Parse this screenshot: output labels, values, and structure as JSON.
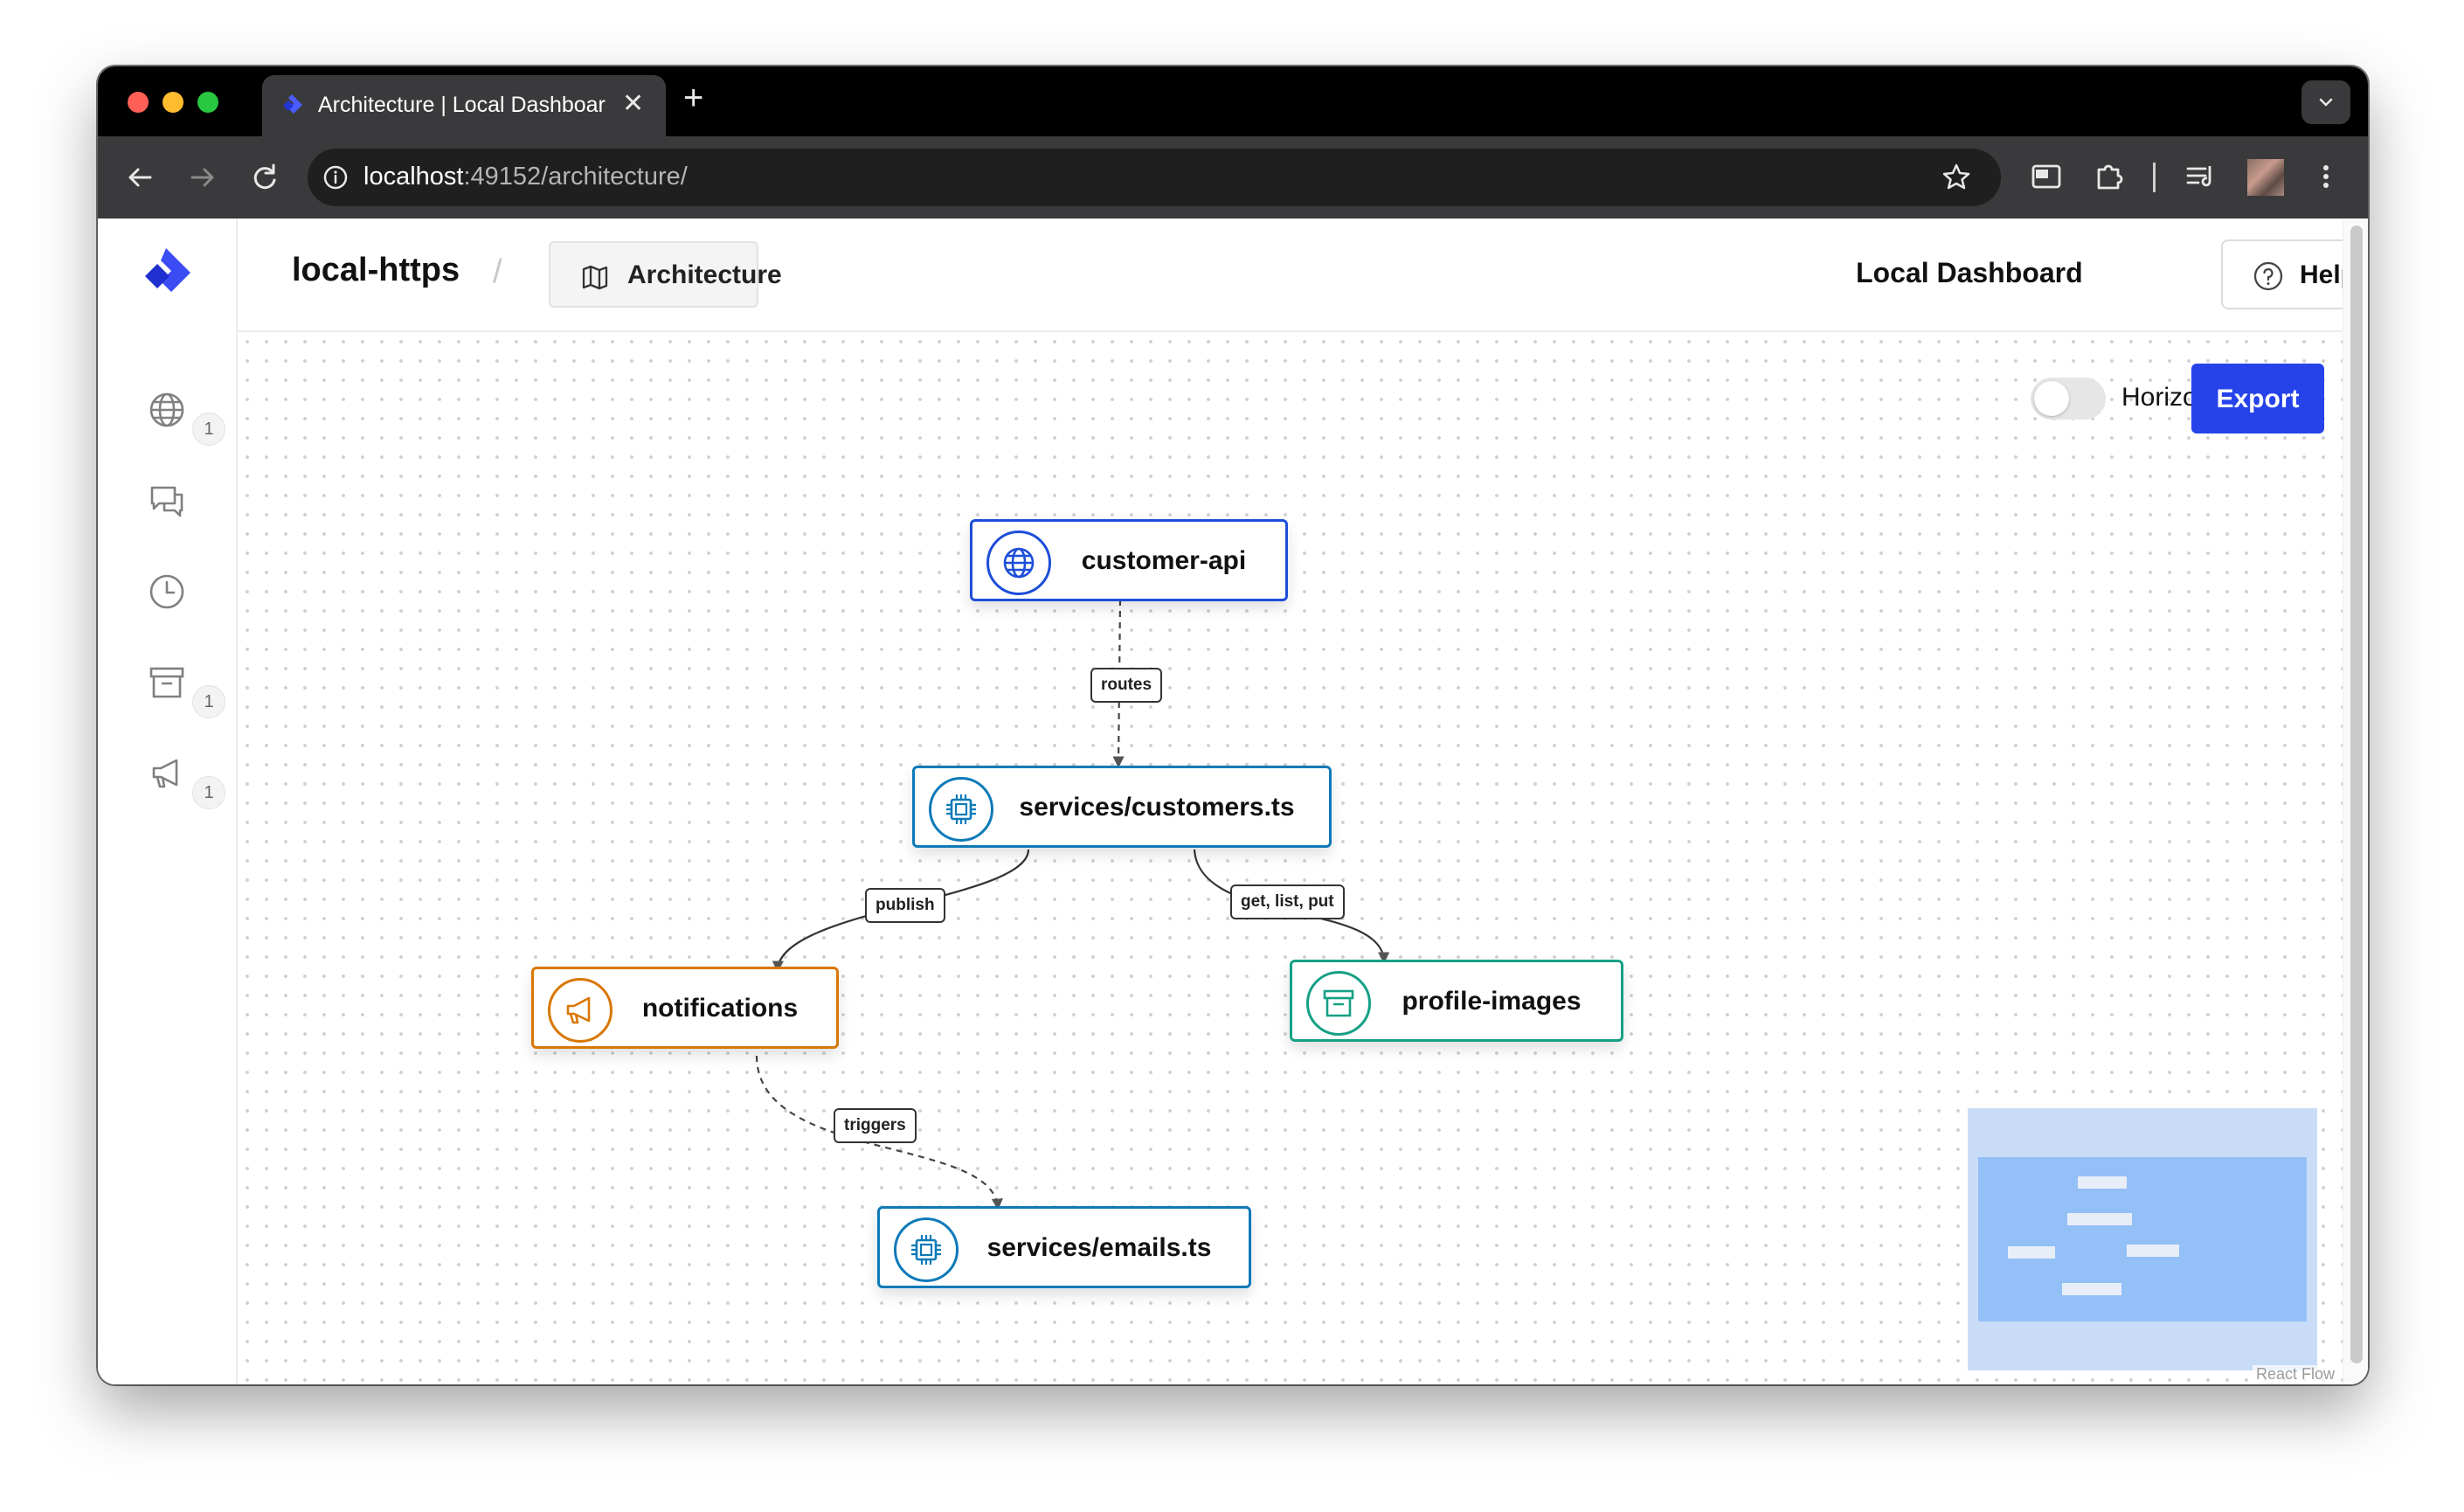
{
  "browser": {
    "tab_title": "Architecture | Local Dashboard",
    "url_host": "localhost",
    "url_rest": ":49152/architecture/"
  },
  "header": {
    "project_name": "local-https",
    "separator": "/",
    "breadcrumb_label": "Architecture",
    "dashboard_title": "Local Dashboard",
    "help_label": "Help"
  },
  "sidebar": {
    "items": [
      {
        "icon": "globe-icon",
        "badge": "1"
      },
      {
        "icon": "chat-icon",
        "badge": ""
      },
      {
        "icon": "clock-icon",
        "badge": ""
      },
      {
        "icon": "archive-icon",
        "badge": "1"
      },
      {
        "icon": "megaphone-icon",
        "badge": "1"
      }
    ]
  },
  "controls": {
    "layout_toggle_label": "Horizontal",
    "layout_horizontal": false,
    "export_label": "Export"
  },
  "graph": {
    "nodes": [
      {
        "id": "customer-api",
        "label": "customer-api",
        "kind": "gateway",
        "icon": "globe-icon",
        "color": "#1d4ed8"
      },
      {
        "id": "customers",
        "label": "services/customers.ts",
        "kind": "service",
        "icon": "chip-icon",
        "color": "#0e7ab8"
      },
      {
        "id": "notifications",
        "label": "notifications",
        "kind": "topic",
        "icon": "megaphone-icon",
        "color": "#d97706"
      },
      {
        "id": "profile-images",
        "label": "profile-images",
        "kind": "bucket",
        "icon": "archive-icon",
        "color": "#16a085"
      },
      {
        "id": "emails",
        "label": "services/emails.ts",
        "kind": "service",
        "icon": "chip-icon",
        "color": "#0e7ab8"
      }
    ],
    "edges": [
      {
        "from": "customer-api",
        "to": "customers",
        "label": "routes",
        "style": "dashed"
      },
      {
        "from": "customers",
        "to": "notifications",
        "label": "publish",
        "style": "solid"
      },
      {
        "from": "customers",
        "to": "profile-images",
        "label": "get, list, put",
        "style": "solid"
      },
      {
        "from": "notifications",
        "to": "emails",
        "label": "triggers",
        "style": "dashed"
      }
    ]
  },
  "minimap": {
    "attribution": "React Flow"
  }
}
